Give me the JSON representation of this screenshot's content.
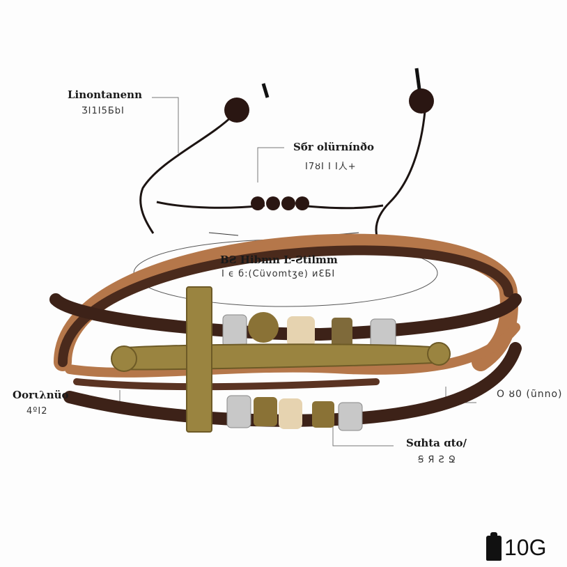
{
  "labels": {
    "top_left": {
      "title": "Linontanenn",
      "sub": "ƷI1I5БbI"
    },
    "top_center": {
      "title": "Sбr olürnínðo",
      "sub": "I7ȣI I I人+"
    },
    "center": {
      "title": "BƧ Hibmn Ŀ-Ƨtilmm",
      "sub": "I ϵ б:(Cüvomtʒe) ᴎƐБI"
    },
    "left": {
      "title": "Oorιλnüo",
      "sub": "4ºI2"
    },
    "right": {
      "title": "O ȣ0 (ũnno)"
    },
    "bottom_right": {
      "title": "Sɑhta ɑto/",
      "sub": "Ꞩ Я Ƨ Ջ"
    }
  },
  "weight": {
    "icon": "weight-icon",
    "value": "10G"
  },
  "colors": {
    "leather_dark": "#4a2a1c",
    "leather_light": "#b5774a",
    "brass": "#9a8440",
    "cord": "#1c1412"
  }
}
